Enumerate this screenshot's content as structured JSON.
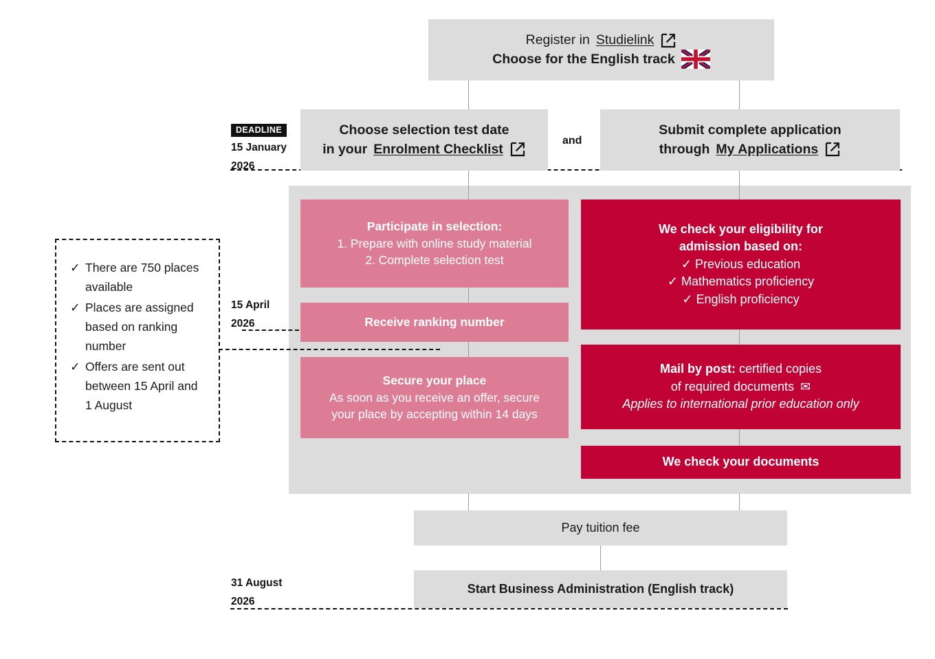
{
  "colors": {
    "grey_box": "#DCDCDC",
    "pink": "#DD7D95",
    "crimson": "#C10234",
    "black": "#111111",
    "connector": "#9A9A9A"
  },
  "top": {
    "line1_prefix": "Register in ",
    "line1_link": "Studielink",
    "line2": "Choose for the English track",
    "external_icon": "external-link-icon",
    "flag_icon": "uk-flag-icon"
  },
  "deadline": {
    "badge": "DEADLINE",
    "date_line1": "15 January",
    "date_line2": "2026"
  },
  "step_selection_date": {
    "line1": "Choose selection test date",
    "line2_prefix": "in your ",
    "line2_link": "Enrolment Checklist",
    "external_icon": "external-link-icon"
  },
  "conjunction": "and",
  "step_submit_application": {
    "line1": "Submit complete application",
    "line2_prefix": "through ",
    "line2_link": "My Applications",
    "external_icon": "external-link-icon"
  },
  "info_box": {
    "items": [
      "There are 750 places available",
      "Places are assigned based on ranking number",
      "Offers are sent out between 15 April and 1 August"
    ],
    "tick": "✓"
  },
  "date_april": {
    "line1": "15 April",
    "line2": "2026"
  },
  "date_august": {
    "line1": "31 August",
    "line2": "2026"
  },
  "participate": {
    "heading": "Participate in selection:",
    "line1": "1. Prepare with online study material",
    "line2": "2. Complete selection test"
  },
  "ranking": {
    "heading": "Receive ranking number"
  },
  "secure": {
    "heading": "Secure your place",
    "line1": "As soon as you receive an offer, secure",
    "line2": "your place by accepting within 14 days"
  },
  "eligibility": {
    "heading_line1": "We check your eligibility for",
    "heading_line2": "admission based on:",
    "tick": "✓",
    "items": [
      "Previous education",
      "Mathematics proficiency",
      "English proficiency"
    ]
  },
  "mail_by_post": {
    "line1_bold": "Mail by post:",
    "line1_rest": " certified copies",
    "line2": "of required documents",
    "envelope_icon": "✉",
    "note": "Applies to international prior education only"
  },
  "check_documents": {
    "heading": "We check your documents"
  },
  "pay_tuition": {
    "heading": "Pay tuition fee"
  },
  "start_programme": {
    "heading": "Start Business Administration (English track)"
  }
}
